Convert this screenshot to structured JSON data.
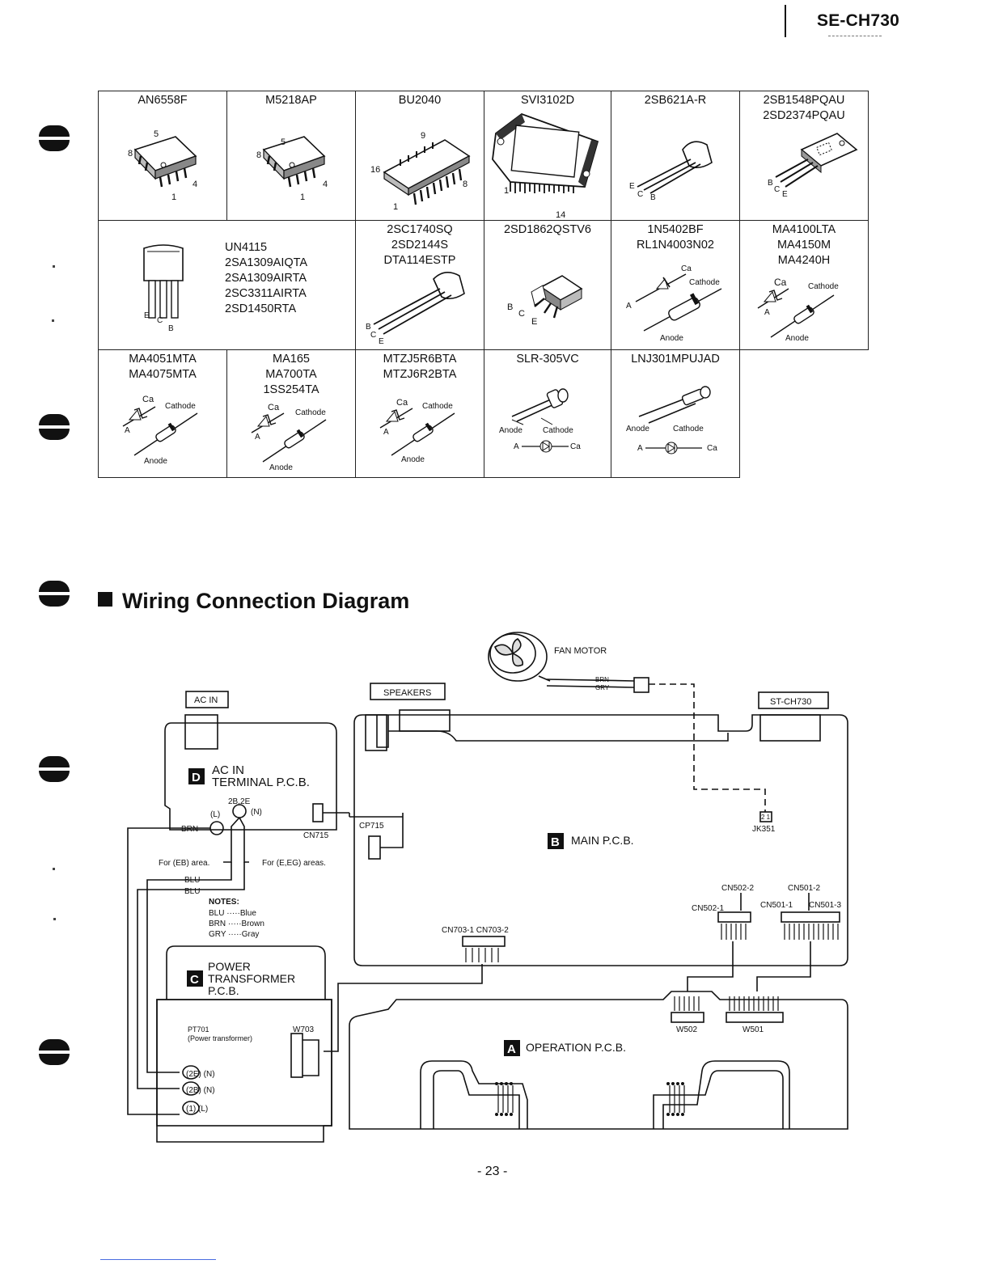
{
  "header": {
    "model": "SE-CH730"
  },
  "parts": {
    "c1": {
      "names": [
        "AN6558F"
      ],
      "pins": [
        "5",
        "8",
        "4",
        "1"
      ]
    },
    "c2": {
      "names": [
        "M5218AP"
      ],
      "pins": [
        "5",
        "8",
        "4",
        "1"
      ]
    },
    "c3": {
      "names": [
        "BU2040"
      ],
      "pins": [
        "9",
        "16",
        "8",
        "1"
      ]
    },
    "c4": {
      "names": [
        "SVI3102D"
      ],
      "pins": [
        "1",
        "14"
      ]
    },
    "c5": {
      "names": [
        "2SB621A-R"
      ],
      "pins": [
        "E",
        "C",
        "B"
      ]
    },
    "c6": {
      "names": [
        "2SB1548PQAU",
        "2SD2374PQAU"
      ],
      "pins": [
        "B",
        "C",
        "E"
      ]
    },
    "c7": {
      "names": [
        "UN4115",
        "2SA1309AIQTA",
        "2SA1309AIRTA",
        "2SC3311AIRTA",
        "2SD1450RTA"
      ],
      "pins": [
        "E",
        "C",
        "B"
      ]
    },
    "c8": {
      "names": [
        "2SC1740SQ",
        "2SD2144S",
        "DTA114ESTP"
      ],
      "pins": [
        "B",
        "C",
        "E"
      ]
    },
    "c9": {
      "names": [
        "2SD1862QSTV6"
      ],
      "pins": [
        "B",
        "C",
        "E"
      ]
    },
    "c10": {
      "names": [
        "1N5402BF",
        "RL1N4003N02"
      ],
      "labels": [
        "Ca",
        "Cathode",
        "A",
        "Anode"
      ]
    },
    "c11": {
      "names": [
        "MA4100LTA",
        "MA4150M",
        "MA4240H"
      ],
      "labels": [
        "Ca",
        "Cathode",
        "A",
        "Anode"
      ]
    },
    "c12": {
      "names": [
        "MA4051MTA",
        "MA4075MTA"
      ],
      "labels": [
        "Ca",
        "Cathode",
        "A",
        "Anode"
      ]
    },
    "c13": {
      "names": [
        "MA165",
        "MA700TA",
        "1SS254TA"
      ],
      "labels": [
        "Ca",
        "Cathode",
        "A",
        "Anode"
      ]
    },
    "c14": {
      "names": [
        "MTZJ5R6BTA",
        "MTZJ6R2BTA"
      ],
      "labels": [
        "Ca",
        "Cathode",
        "A",
        "Anode"
      ]
    },
    "c15": {
      "names": [
        "SLR-305VC"
      ],
      "labels": [
        "Anode",
        "Cathode",
        "A",
        "Ca"
      ]
    },
    "c16": {
      "names": [
        "LNJ301MPUJAD"
      ],
      "labels": [
        "Anode",
        "Cathode",
        "A",
        "Ca"
      ]
    }
  },
  "section": {
    "title": "Wiring Connection Diagram"
  },
  "wiring": {
    "fan_motor": "FAN MOTOR",
    "brn": "BRN",
    "gry": "GRY",
    "ac_in_box": "AC IN",
    "speakers_box": "SPEAKERS",
    "st_box": "ST-CH730",
    "board_d_letter": "D",
    "board_d_line1": "AC IN",
    "board_d_line2": "TERMINAL P.C.B.",
    "pin_2b2e": "2B,2E",
    "pin_l": "(L)",
    "pin_n": "(N)",
    "brn_wire": "BRN",
    "cn715": "CN715",
    "cp715": "CP715",
    "board_b_letter": "B",
    "board_b_label": "MAIN P.C.B.",
    "jk351": "JK351",
    "jk_pins": "2 1",
    "for_eb": "For (EB) area.",
    "for_eeg": "For (E,EG) areas.",
    "blu1": "BLU",
    "blu2": "BLU",
    "notes_title": "NOTES:",
    "note1": "BLU ·····Blue",
    "note2": "BRN ·····Brown",
    "note3": "GRY ·····Gray",
    "cn502_2": "CN502-2",
    "cn501_2": "CN501-2",
    "cn502_1": "CN502-1",
    "cn501_1": "CN501-1",
    "cn501_3": "CN501-3",
    "cn703": "CN703-1  CN703-2",
    "board_c_letter": "C",
    "board_c_line1": "POWER",
    "board_c_line2": "TRANSFORMER",
    "board_c_line3": "P.C.B.",
    "pt701": "PT701",
    "pt701_desc": "(Power transformer)",
    "w703": "W703",
    "tap_2e": "(2E) (N)",
    "tap_2b": "(2B) (N)",
    "tap_1": "(1) (L)",
    "board_a_letter": "A",
    "board_a_label": "OPERATION P.C.B.",
    "w502": "W502",
    "w501": "W501"
  },
  "footer": {
    "page": "- 23 -"
  }
}
